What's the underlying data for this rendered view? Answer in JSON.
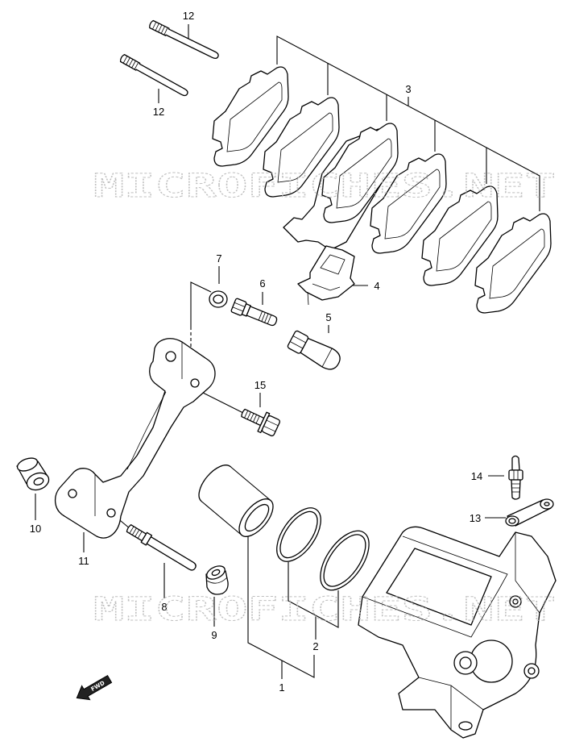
{
  "callouts": [
    "12",
    "12",
    "3",
    "7",
    "6",
    "4",
    "5",
    "15",
    "14",
    "13",
    "10",
    "11",
    "8",
    "9",
    "2",
    "1"
  ],
  "watermark": "MICROFICHES.NET",
  "fwd_label": "FWD",
  "colors": {
    "line": "#000000",
    "watermark": "#b4b4b4",
    "background": "#ffffff"
  }
}
